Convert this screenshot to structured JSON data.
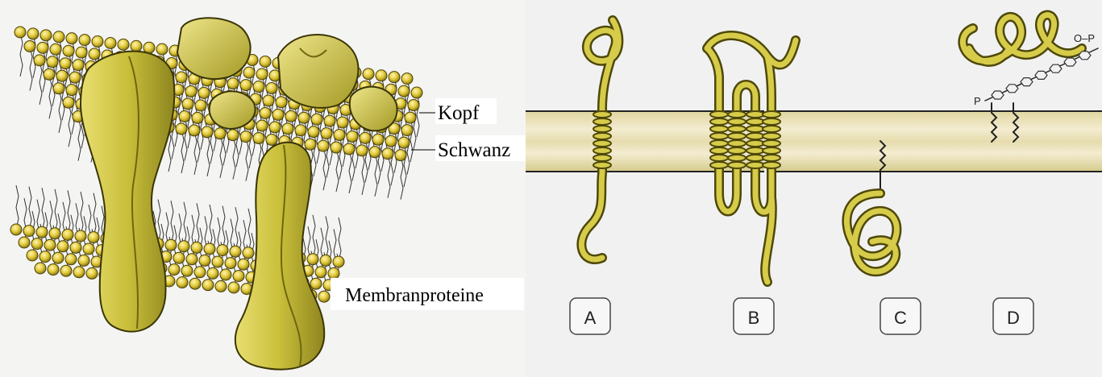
{
  "left": {
    "label_head": "Kopf",
    "label_tail": "Schwanz",
    "label_proteins": "Membranproteine"
  },
  "right": {
    "boxes": [
      "A",
      "B",
      "C",
      "D"
    ],
    "phosphate_top": "O–P",
    "phosphate_left": "P"
  },
  "colors": {
    "protein": "#c9bf3a",
    "protein_dark": "#7c7314",
    "head": "#e2c93a",
    "membrane": "#e6dcae"
  }
}
